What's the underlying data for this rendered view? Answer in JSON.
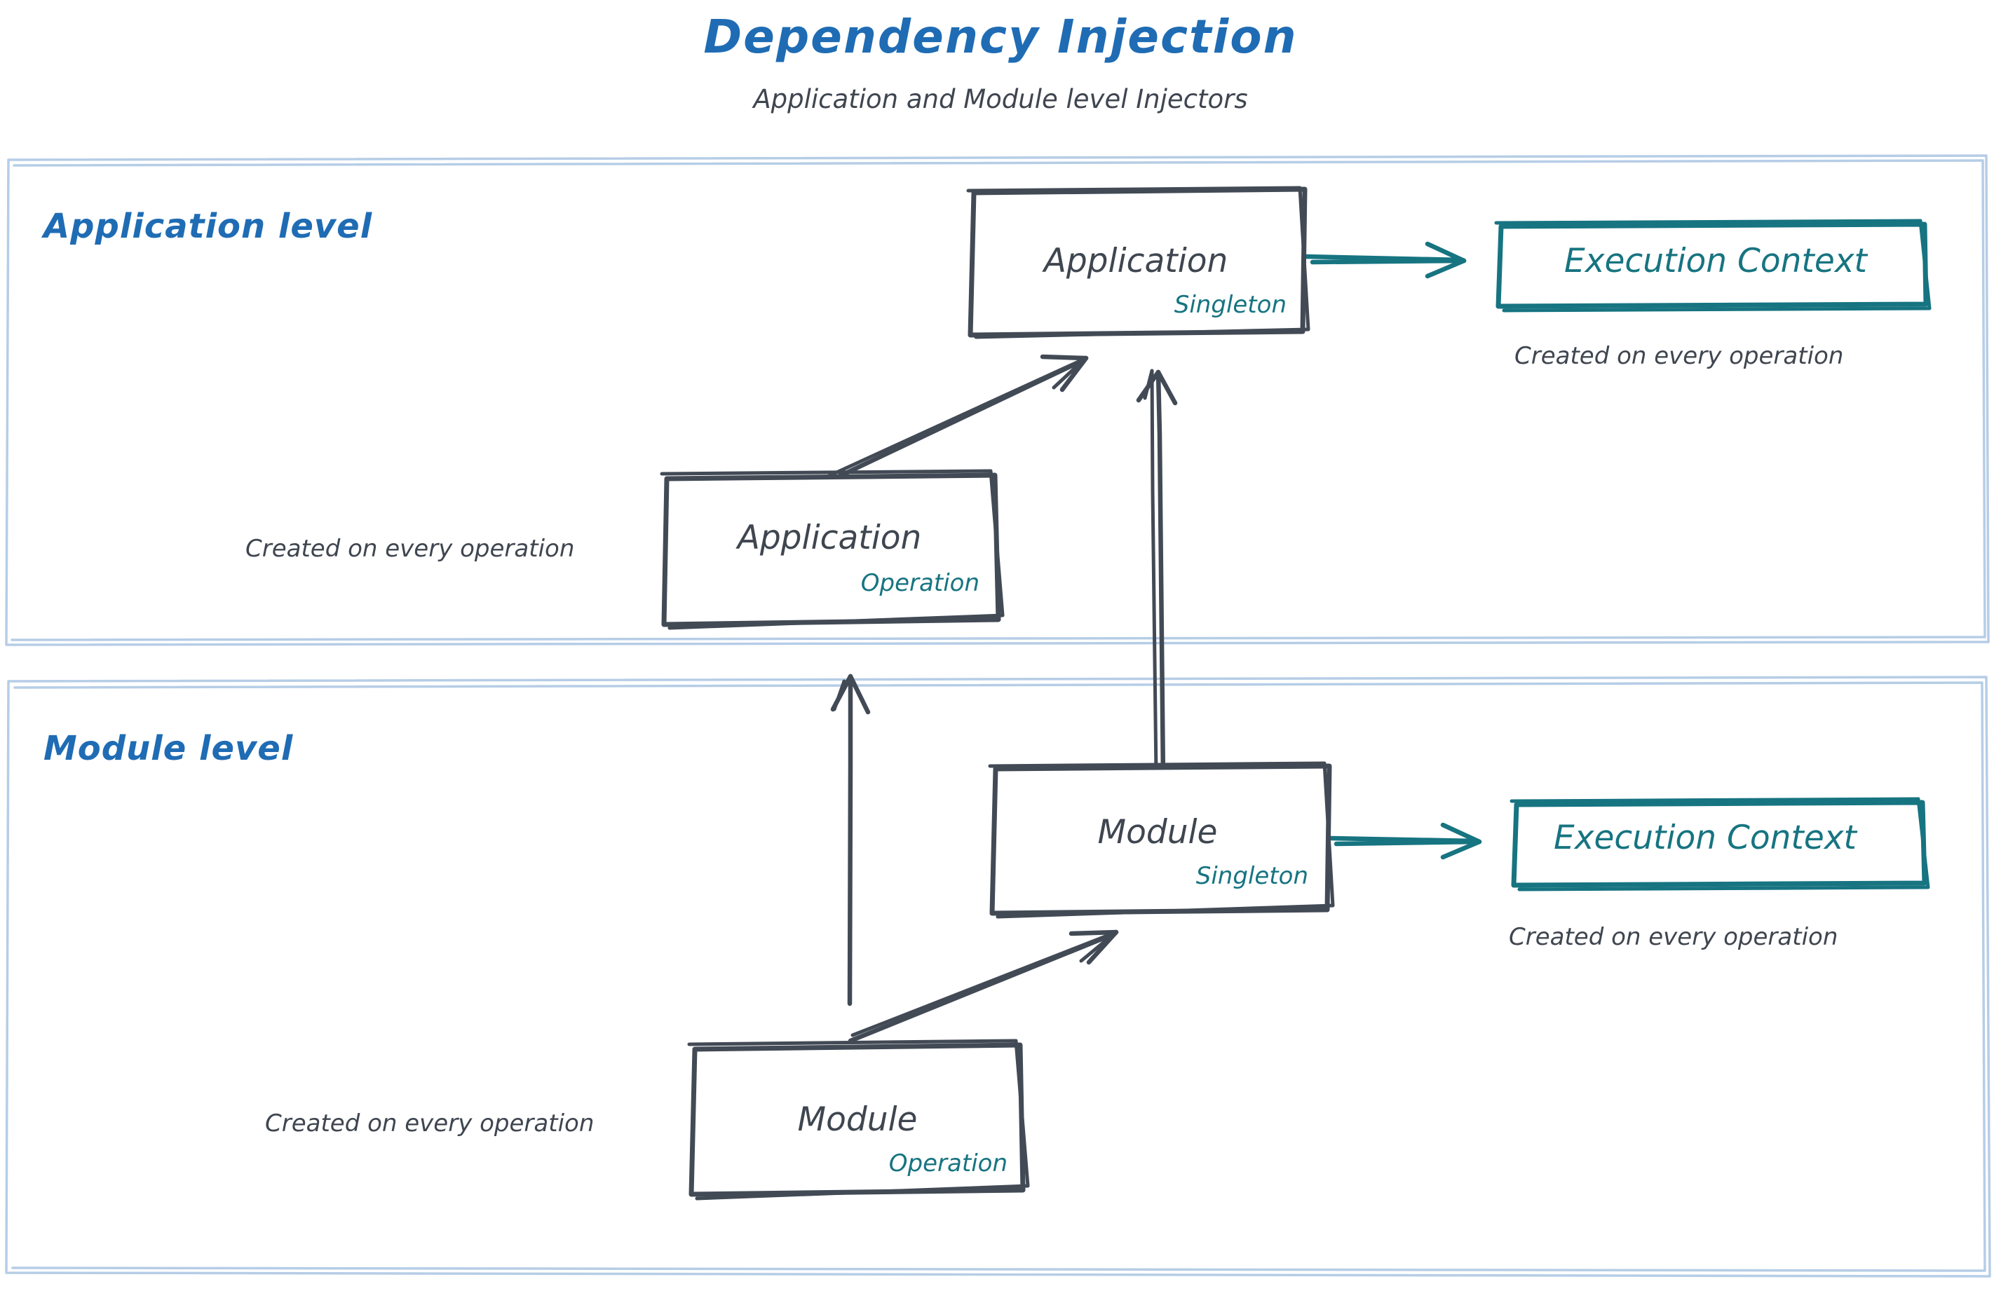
{
  "title": "Dependency Injection",
  "subtitle": "Application and Module level Injectors",
  "colors": {
    "title_blue": "#1f6cb4",
    "lane_blue": "#1f6cb4",
    "lane_border": "#b6cde6",
    "node_stroke": "#424a55",
    "node_text": "#3f4650",
    "accent_teal": "#177481"
  },
  "lanes": [
    {
      "id": "application-level",
      "label": "Application level",
      "nodes": [
        {
          "id": "application-singleton",
          "title": "Application",
          "scope": "Singleton"
        },
        {
          "id": "application-operation",
          "title": "Application",
          "scope": "Operation"
        },
        {
          "id": "execution-context-application",
          "title": "Execution Context"
        }
      ],
      "notes": [
        {
          "id": "note-execution-context-application",
          "text": "Created on every operation"
        },
        {
          "id": "note-application-operation",
          "text": "Created on every operation"
        }
      ]
    },
    {
      "id": "module-level",
      "label": "Module level",
      "nodes": [
        {
          "id": "module-singleton",
          "title": "Module",
          "scope": "Singleton"
        },
        {
          "id": "module-operation",
          "title": "Module",
          "scope": "Operation"
        },
        {
          "id": "execution-context-module",
          "title": "Execution Context"
        }
      ],
      "notes": [
        {
          "id": "note-execution-context-module",
          "text": "Created on every operation"
        },
        {
          "id": "note-module-operation",
          "text": "Created on every operation"
        }
      ]
    }
  ],
  "edges": [
    {
      "id": "app-operation-to-app-singleton",
      "from": "application-operation",
      "to": "application-singleton",
      "style": "dark-diagonal"
    },
    {
      "id": "app-singleton-to-execution-context",
      "from": "application-singleton",
      "to": "execution-context-application",
      "style": "teal-horizontal"
    },
    {
      "id": "module-singleton-to-app-singleton",
      "from": "module-singleton",
      "to": "application-singleton",
      "style": "dark-vertical-long"
    },
    {
      "id": "module-operation-to-app-operation",
      "from": "module-operation",
      "to": "application-operation",
      "style": "dark-vertical"
    },
    {
      "id": "module-operation-to-module-singleton",
      "from": "module-operation",
      "to": "module-singleton",
      "style": "dark-diagonal"
    },
    {
      "id": "module-singleton-to-execution-context",
      "from": "module-singleton",
      "to": "execution-context-module",
      "style": "teal-horizontal"
    }
  ]
}
